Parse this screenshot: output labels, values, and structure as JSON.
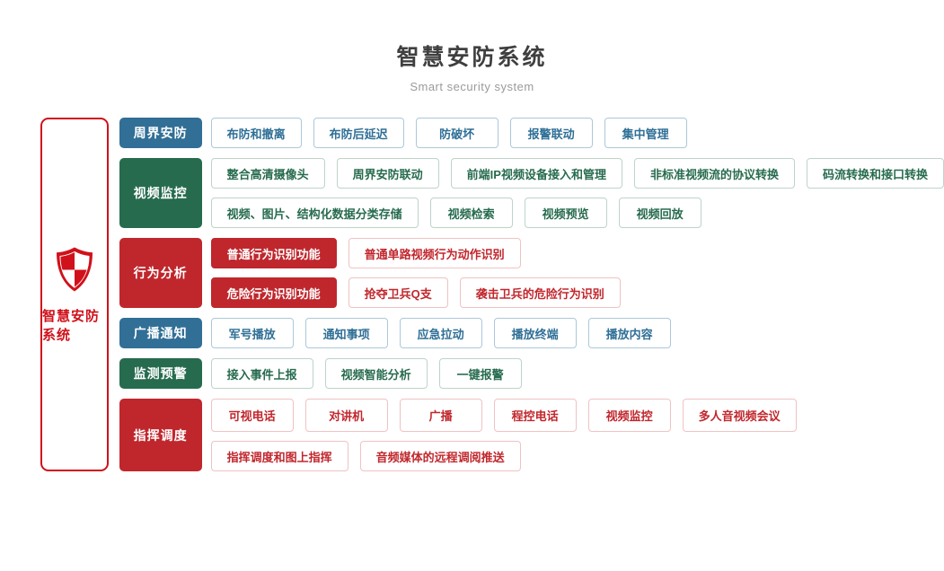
{
  "header": {
    "title": "智慧安防系统",
    "subtitle": "Smart security system"
  },
  "root": {
    "label": "智慧安防系统",
    "icon": "shield-icon"
  },
  "colors": {
    "brand_red": "#d0111b",
    "blue": "#316f96",
    "green": "#276b4f",
    "red": "#bf272d",
    "title_text": "#3f3f3f",
    "subtitle_text": "#9a9a9a"
  },
  "rows": [
    {
      "category": "周界安防",
      "theme": "blue",
      "lines": [
        [
          {
            "label": "布防和撤离"
          },
          {
            "label": "布防后延迟"
          },
          {
            "label": "防破坏"
          },
          {
            "label": "报警联动"
          },
          {
            "label": "集中管理"
          }
        ]
      ]
    },
    {
      "category": "视频监控",
      "theme": "green",
      "lines": [
        [
          {
            "label": "整合高清摄像头"
          },
          {
            "label": "周界安防联动"
          },
          {
            "label": "前端IP视频设备接入和管理"
          },
          {
            "label": "非标准视频流的协议转换"
          },
          {
            "label": "码流转换和接口转换"
          }
        ],
        [
          {
            "label": "视频、图片、结构化数据分类存储"
          },
          {
            "label": "视频检索"
          },
          {
            "label": "视频预览"
          },
          {
            "label": "视频回放"
          }
        ]
      ]
    },
    {
      "category": "行为分析",
      "theme": "red",
      "lines": [
        [
          {
            "label": "普通行为识别功能",
            "variant": "solid"
          },
          {
            "label": "普通单路视频行为动作识别",
            "variant": "outline"
          }
        ],
        [
          {
            "label": "危险行为识别功能",
            "variant": "solid"
          },
          {
            "label": "抢夺卫兵Q支",
            "variant": "outline"
          },
          {
            "label": "袭击卫兵的危险行为识别",
            "variant": "outline"
          }
        ]
      ]
    },
    {
      "category": "广播通知",
      "theme": "blue",
      "lines": [
        [
          {
            "label": "军号播放"
          },
          {
            "label": "通知事项"
          },
          {
            "label": "应急拉动"
          },
          {
            "label": "播放终端"
          },
          {
            "label": "播放内容"
          }
        ]
      ]
    },
    {
      "category": "监测预警",
      "theme": "green",
      "lines": [
        [
          {
            "label": "接入事件上报"
          },
          {
            "label": "视频智能分析"
          },
          {
            "label": "一键报警"
          }
        ]
      ]
    },
    {
      "category": "指挥调度",
      "theme": "red",
      "lines": [
        [
          {
            "label": "可视电话"
          },
          {
            "label": "对讲机"
          },
          {
            "label": "广播"
          },
          {
            "label": "程控电话"
          },
          {
            "label": "视频监控"
          },
          {
            "label": "多人音视频会议"
          }
        ],
        [
          {
            "label": "指挥调度和图上指挥"
          },
          {
            "label": "音频媒体的远程调阅推送"
          }
        ]
      ]
    }
  ]
}
